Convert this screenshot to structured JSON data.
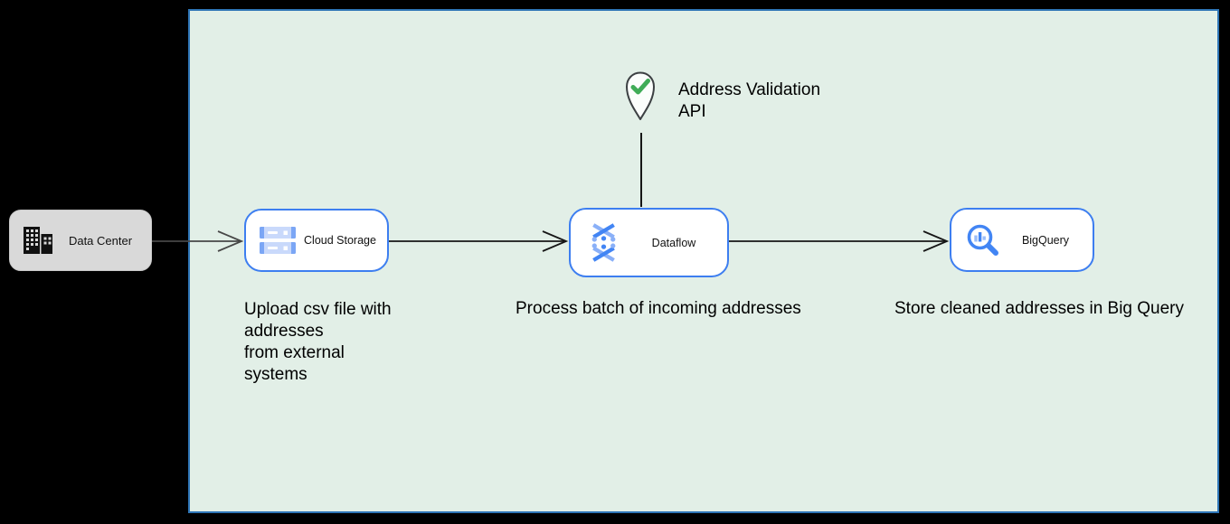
{
  "colors": {
    "background": "#000000",
    "zone_fill": "#E2EFE7",
    "zone_border": "#2E75B6",
    "service_border": "#3D7EF0",
    "service_icon_blue": "#4285F4",
    "service_icon_light_blue": "#9BBDF9",
    "data_center_fill": "#D9D9D9",
    "check_green": "#3FAC57",
    "connector_color": "#1a1a1a"
  },
  "nodes": {
    "data_center": {
      "label": "Data Center",
      "icon": "building-icon"
    },
    "cloud_storage": {
      "label": "Cloud Storage",
      "icon": "cloud-storage-icon"
    },
    "dataflow": {
      "label": "Dataflow",
      "icon": "dataflow-icon"
    },
    "bigquery": {
      "label": "BigQuery",
      "icon": "bigquery-icon"
    }
  },
  "annotations": {
    "api_marker": {
      "icon": "map-pin-check-icon",
      "label": "Address Validation\nAPI"
    },
    "upload_note": "Upload csv file with\naddresses\nfrom external\nsystems",
    "process_note": "Process batch of incoming addresses",
    "store_note": "Store cleaned addresses in Big Query"
  },
  "connections": [
    {
      "from": "data_center",
      "to": "cloud_storage"
    },
    {
      "from": "cloud_storage",
      "to": "dataflow"
    },
    {
      "from": "dataflow",
      "to": "bigquery"
    },
    {
      "from": "api_marker",
      "to": "dataflow"
    }
  ]
}
